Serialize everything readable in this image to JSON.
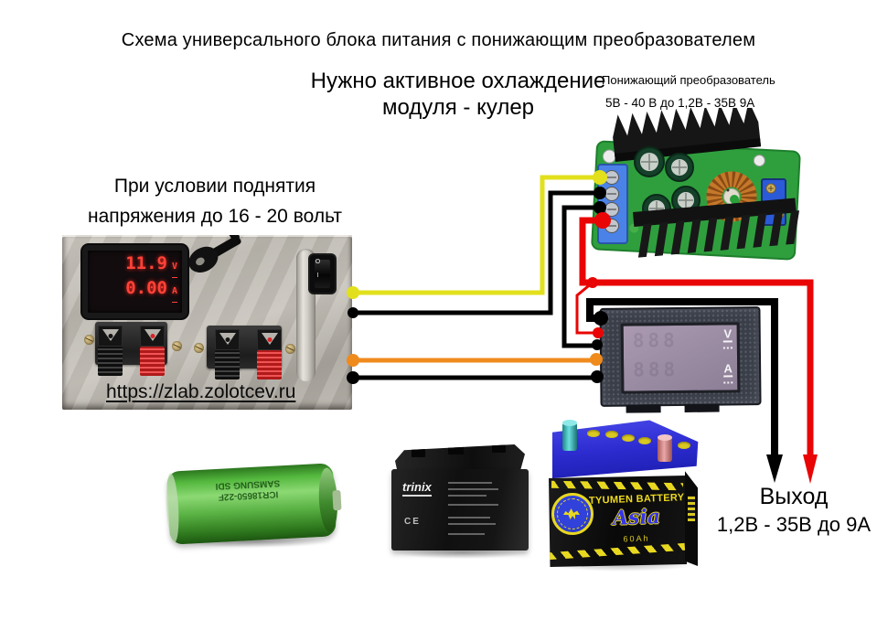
{
  "title": "Схема универсального блока питания с понижающим преобразователем",
  "annotations": {
    "cooling_line1": "Нужно активное охлаждение",
    "cooling_line2": "модуля - кулер",
    "condition_line1": "При условии поднятия",
    "condition_line2": "напряжения до 16 - 20 вольт",
    "converter_label": "Понижающий преобразователь",
    "converter_spec": "5В - 40 В до 1,2В - 35В 9А",
    "output_label": "Выход",
    "output_spec": "1,2В - 35В до 9А"
  },
  "psu": {
    "url": "https://zlab.zolotcev.ru",
    "meter": {
      "voltage": "11.9",
      "voltage_unit": "V",
      "current": "0.00",
      "current_unit": "A"
    },
    "power_switch": {
      "off_label": "O",
      "on_label": "I"
    }
  },
  "display_module": {
    "voltage_symbol": "V",
    "current_symbol": "A",
    "ghost_digits": "888"
  },
  "batteries": {
    "li_ion": {
      "model": "ICR18650-22F",
      "brand": "SAMSUNG SDI"
    },
    "lead_acid": {
      "brand": "trinix",
      "ce_mark": "CE"
    },
    "car": {
      "brand": "TYUMEN BATTERY",
      "series": "Asia",
      "capacity": "60Ah"
    }
  },
  "colors": {
    "wire_yellow": "#e2e01c",
    "wire_orange": "#ef8b1d",
    "wire_red": "#e90505",
    "wire_black": "#000000",
    "meter_digits": "#ff4238",
    "pcb_green": "#2f9f3e",
    "car_battery_blue": "#2c2cd0",
    "brand_yellow": "#e8d820"
  }
}
